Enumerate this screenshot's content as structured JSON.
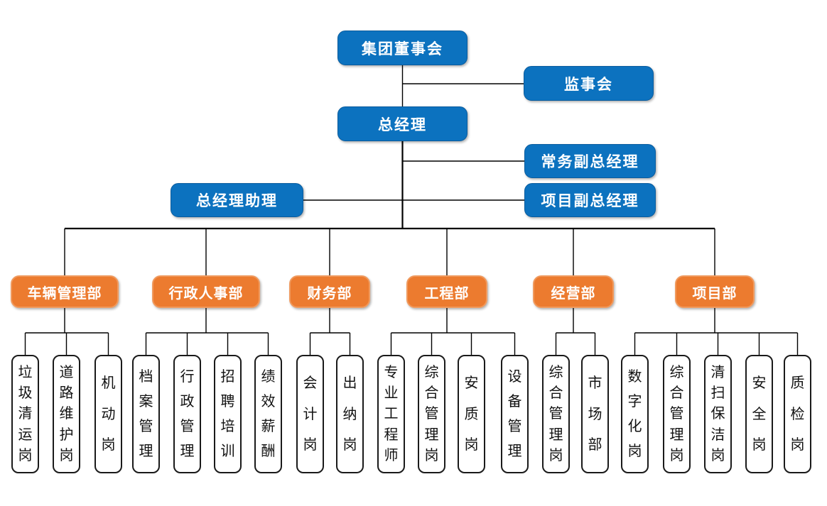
{
  "colors": {
    "executive_fill": "#0c72bf",
    "executive_border": "#0a5c9e",
    "department_fill": "#ec7b2f",
    "department_border": "#f09a5e",
    "position_border": "#1a1a1a",
    "connector_line": "#000000"
  },
  "executive": {
    "board": "集团董事会",
    "supervisory": "监事会",
    "general_manager": "总经理",
    "executive_deputy_gm": "常务副总经理",
    "gm_assistant": "总经理助理",
    "project_deputy_gm": "项目副总经理"
  },
  "departments": [
    {
      "label": "车辆管理部",
      "children": [
        "垃圾清运岗",
        "道路维护岗",
        "机动岗"
      ]
    },
    {
      "label": "行政人事部",
      "children": [
        "档案管理",
        "行政管理",
        "招聘培训",
        "绩效薪酬"
      ]
    },
    {
      "label": "财务部",
      "children": [
        "会计岗",
        "出纳岗"
      ]
    },
    {
      "label": "工程部",
      "children": [
        "专业工程师",
        "综合管理岗",
        "安质岗",
        "设备管理"
      ]
    },
    {
      "label": "经营部",
      "children": [
        "综合管理岗",
        "市场部"
      ]
    },
    {
      "label": "项目部",
      "children": [
        "数字化岗",
        "综合管理岗",
        "清扫保洁岗",
        "安全岗",
        "质检岗"
      ]
    }
  ]
}
